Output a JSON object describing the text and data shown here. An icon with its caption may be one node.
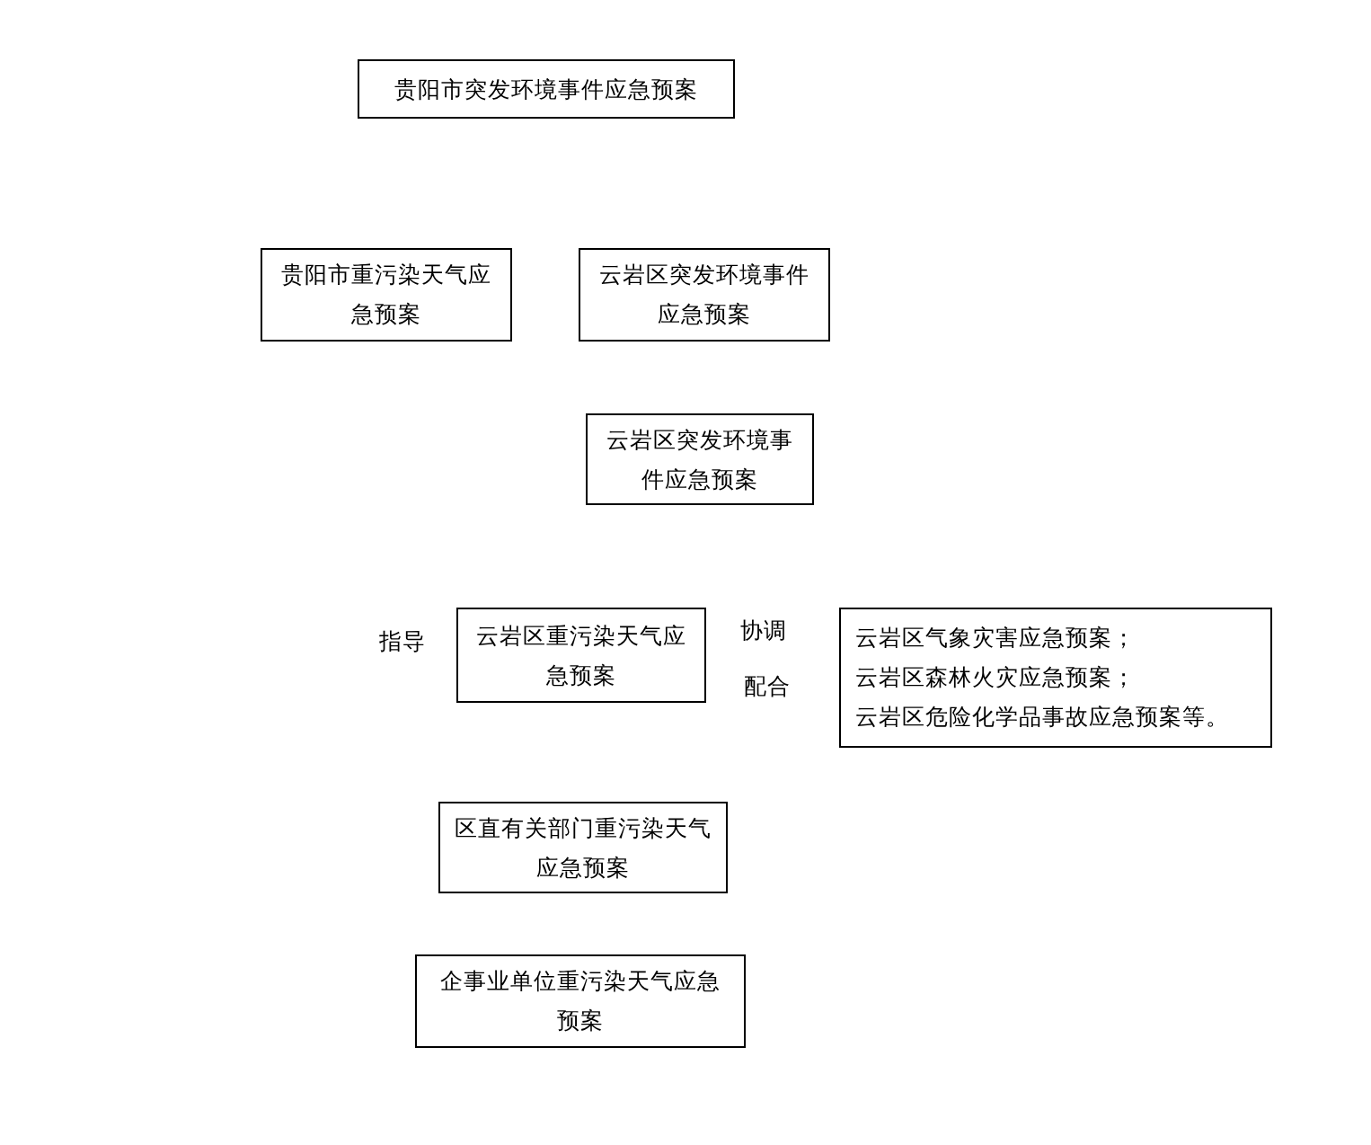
{
  "diagram": {
    "nodes": [
      {
        "text": [
          "贵阳市突发环境事件应急预案"
        ]
      },
      {
        "text": [
          "贵阳市重污染天气应急预案"
        ]
      },
      {
        "text": [
          "云岩区突发环境事件应急预案"
        ]
      },
      {
        "text": [
          "云岩区突发环境事件应急预案"
        ]
      },
      {
        "text": [
          "云岩区重污染天气应急预案"
        ]
      },
      {
        "text": [
          "云岩区气象灾害应急预案；",
          "云岩区森林火灾应急预案；",
          "云岩区危险化学品事故应急预案等。"
        ]
      },
      {
        "text": [
          "区直有关部门重污染天气应急预案"
        ]
      },
      {
        "text": [
          "企事业单位重污染天气应急预案"
        ]
      }
    ],
    "labels": [
      "指导",
      "协调",
      "配合"
    ]
  }
}
